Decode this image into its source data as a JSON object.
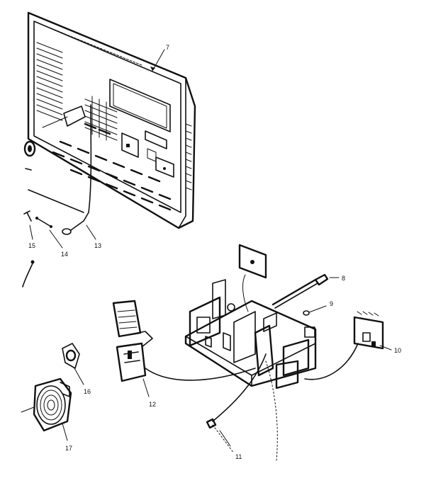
{
  "parts": [
    {
      "id": "cabinet-back",
      "number": "7"
    },
    {
      "id": "power-cord",
      "number": "8"
    },
    {
      "id": "screw-9",
      "number": "9"
    },
    {
      "id": "control-board",
      "number": "10"
    },
    {
      "id": "screw-11",
      "number": "11"
    },
    {
      "id": "switch-bracket",
      "number": "12"
    },
    {
      "id": "wire-13",
      "number": "13"
    },
    {
      "id": "clip-14",
      "number": "14"
    },
    {
      "id": "screw-15",
      "number": "15"
    },
    {
      "id": "gasket-16",
      "number": "16"
    },
    {
      "id": "speaker",
      "number": "17"
    }
  ]
}
